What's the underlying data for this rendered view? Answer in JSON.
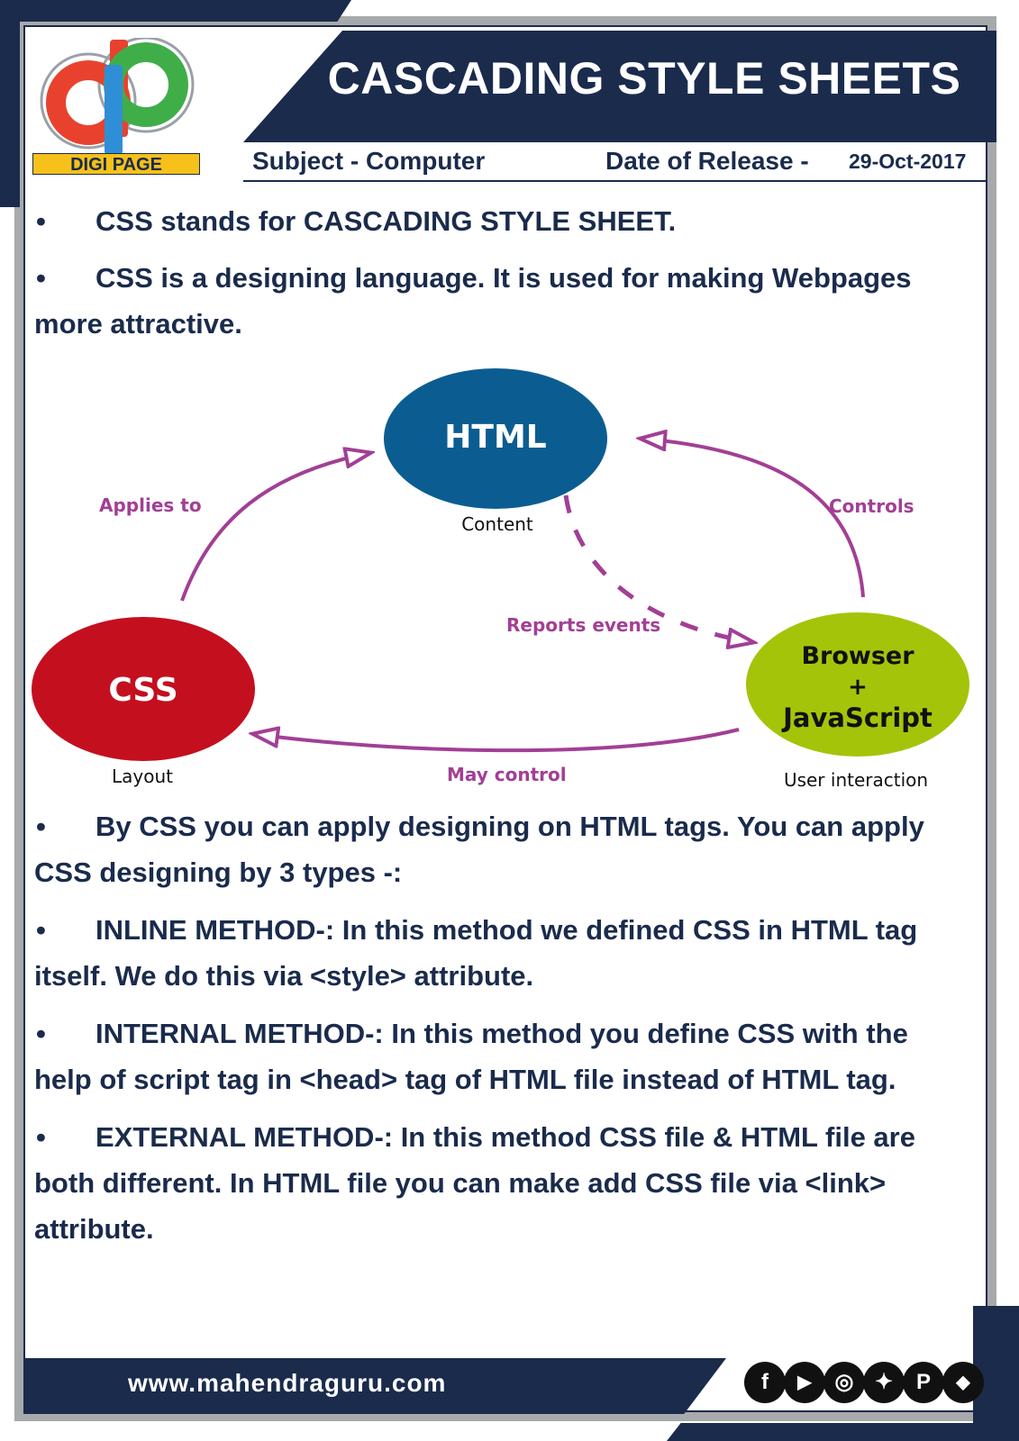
{
  "header": {
    "title": "CASCADING STYLE SHEETS",
    "logo_text": "dp",
    "logo_badge": "DIGI PAGE",
    "subject": "Subject - Computer",
    "date_label": "Date of Release -",
    "date_value": "29-Oct-2017"
  },
  "bullets": [
    {
      "symbol": "•",
      "text": "CSS stands for CASCADING STYLE SHEET."
    },
    {
      "symbol": "•",
      "text": "CSS is a designing language.  It is used for making Webpages more attractive."
    },
    {
      "symbol": "•",
      "text": "By CSS you can apply designing on HTML tags. You can apply CSS designing by 3 types -:"
    },
    {
      "symbol": "•",
      "text": "INLINE METHOD-: In this method we defined CSS in HTML tag itself. We do this via <style> attribute."
    },
    {
      "symbol": "•",
      "text": "INTERNAL METHOD-: In this method you define CSS with the help of script tag in <head> tag of HTML file instead of HTML tag."
    },
    {
      "symbol": "•",
      "text": "EXTERNAL METHOD-: In this method CSS file & HTML file are both different. In HTML file you can make add CSS file via <link> attribute."
    }
  ],
  "diagram": {
    "html_node": {
      "label": "HTML",
      "caption": "Content",
      "color": "#0b5d91"
    },
    "css_node": {
      "label": "CSS",
      "caption": "Layout",
      "color": "#c40f1f"
    },
    "browser_node": {
      "line1": "Browser",
      "line2": "+",
      "line3": "JavaScript",
      "caption": "User interaction",
      "color": "#a4c40a"
    },
    "edges": {
      "applies_to": "Applies to",
      "controls": "Controls",
      "reports_events": "Reports events",
      "may_control": "May control"
    },
    "edge_color": "#a23f95"
  },
  "footer": {
    "url": "www.mahendraguru.com",
    "social_icons": [
      {
        "icon": "facebook-icon",
        "glyph": "f"
      },
      {
        "icon": "youtube-icon",
        "glyph": "▶"
      },
      {
        "icon": "instagram-icon",
        "glyph": "◎"
      },
      {
        "icon": "twitter-icon",
        "glyph": "✦"
      },
      {
        "icon": "pinterest-icon",
        "glyph": "P"
      },
      {
        "icon": "android-icon",
        "glyph": "◆"
      }
    ]
  }
}
